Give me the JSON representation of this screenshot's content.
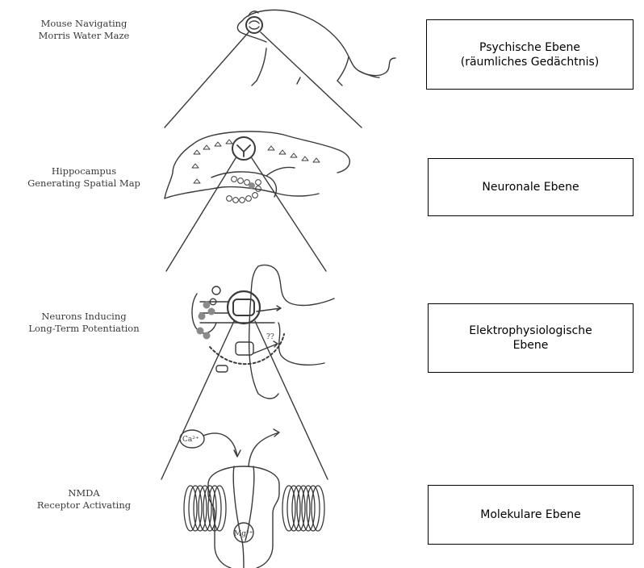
{
  "left_labels": {
    "mouse": [
      "Mouse Navigating",
      "Morris Water Maze"
    ],
    "hippocampus": [
      "Hippocampus",
      "Generating Spatial Map"
    ],
    "neurons": [
      "Neurons Inducing",
      "Long-Term Potentiation"
    ],
    "nmda": [
      "NMDA",
      "Receptor Activating"
    ]
  },
  "levels": {
    "psychic": [
      "Psychische Ebene",
      "(räumliches Gedächtnis)"
    ],
    "neuronal": [
      "Neuronale Ebene"
    ],
    "electro": [
      "Elektrophysiologische",
      "Ebene"
    ],
    "molecular": [
      "Molekulare Ebene"
    ]
  },
  "ion_labels": {
    "calcium": "Ca²⁺",
    "magnesium": "Mg²⁺",
    "unknown_signal": "??"
  },
  "colors": {
    "ink": "#3a3a3a",
    "box_border": "#000000",
    "dot_fill": "#8a8a8a"
  }
}
